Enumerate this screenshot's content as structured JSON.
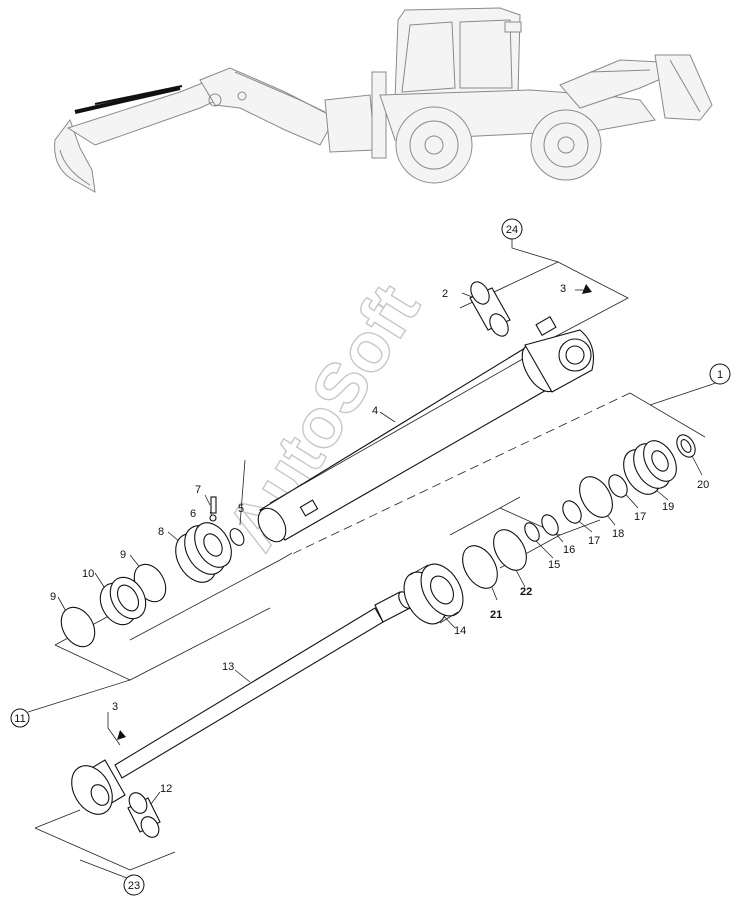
{
  "watermark": "AutoSoft",
  "callouts": {
    "c1": "1",
    "c11": "11",
    "c23": "23",
    "c24": "24"
  },
  "labels": {
    "l2": "2",
    "l3_top": "3",
    "l3_bottom": "3",
    "l4": "4",
    "l5": "5",
    "l6": "6",
    "l7": "7",
    "l8": "8",
    "l9_a": "9",
    "l9_b": "9",
    "l10": "10",
    "l12": "12",
    "l13": "13",
    "l14": "14",
    "l15": "15",
    "l16": "16",
    "l17_a": "17",
    "l17_b": "17",
    "l18": "18",
    "l19": "19",
    "l20": "20",
    "l21": "21",
    "l22": "22"
  }
}
